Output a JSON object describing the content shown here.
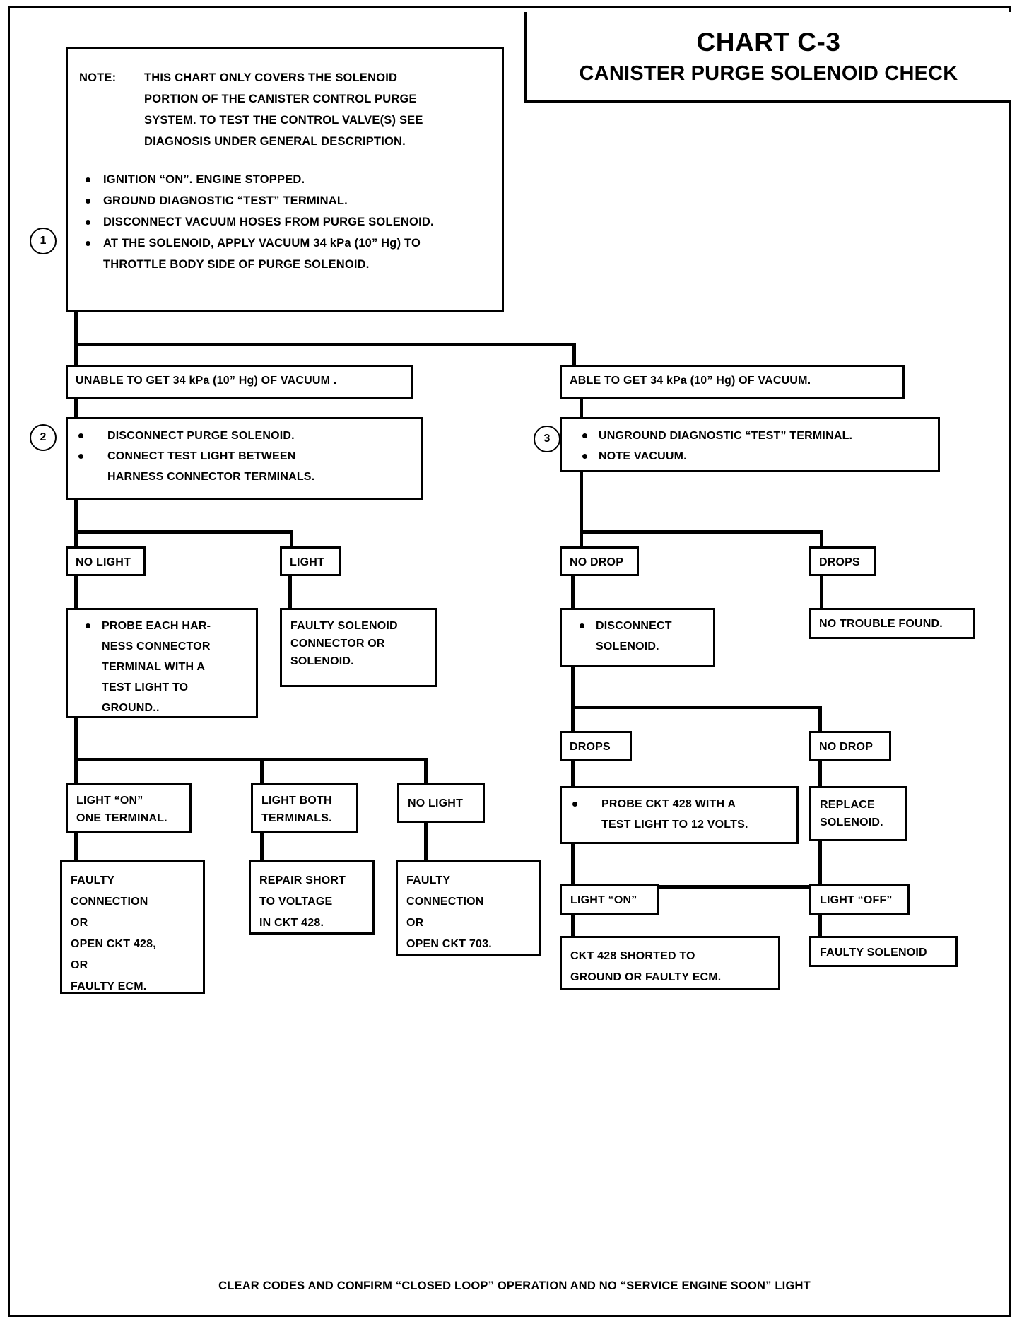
{
  "header": {
    "chart_number": "CHART C-3",
    "chart_title": "CANISTER PURGE SOLENOID CHECK"
  },
  "note": {
    "label": "NOTE:",
    "lines": [
      "THIS CHART ONLY COVERS THE SOLENOID",
      "PORTION OF THE CANISTER CONTROL PURGE",
      "SYSTEM.  TO TEST THE CONTROL VALVE(S) SEE",
      "DIAGNOSIS UNDER GENERAL DESCRIPTION."
    ]
  },
  "steps": {
    "one": "1",
    "two": "2",
    "three": "3"
  },
  "step1": {
    "bullets": [
      "IGNITION “ON”.  ENGINE STOPPED.",
      "GROUND DIAGNOSTIC “TEST”  TERMINAL.",
      "DISCONNECT VACUUM HOSES FROM PURGE SOLENOID.",
      "AT THE SOLENOID, APPLY VACUUM 34 kPa (10” Hg) TO"
    ],
    "continuation": "THROTTLE BODY SIDE OF PURGE SOLENOID."
  },
  "branch_left": {
    "label": "UNABLE TO GET 34 kPa (10” Hg) OF VACUUM ."
  },
  "branch_right": {
    "label": "ABLE TO GET 34 kPa (10” Hg) OF VACUUM."
  },
  "step2": {
    "bullets": [
      "DISCONNECT PURGE SOLENOID.",
      "CONNECT TEST LIGHT BETWEEN"
    ],
    "continuation": "HARNESS CONNECTOR TERMINALS."
  },
  "step3": {
    "bullets": [
      "UNGROUND DIAGNOSTIC “TEST” TERMINAL.",
      "NOTE VACUUM."
    ]
  },
  "left_branch": {
    "no_light": "NO LIGHT",
    "light": "LIGHT",
    "probe_box": {
      "bullet": "PROBE EACH HAR-",
      "lines": [
        "NESS CONNECTOR",
        "TERMINAL WITH A",
        "TEST LIGHT TO",
        "GROUND.."
      ]
    },
    "faulty_solenoid_box": [
      "FAULTY SOLENOID",
      "CONNECTOR OR",
      "SOLENOID."
    ],
    "light_on_one": [
      "LIGHT “ON”",
      "ONE TERMINAL."
    ],
    "light_both": [
      "LIGHT BOTH",
      "TERMINALS."
    ],
    "no_light_2": "NO LIGHT",
    "result_faulty_conn_428": [
      "FAULTY",
      "CONNECTION",
      "OR",
      "OPEN CKT 428,",
      "OR",
      "FAULTY ECM."
    ],
    "result_repair_short": [
      "REPAIR SHORT",
      "TO VOLTAGE",
      "IN CKT 428."
    ],
    "result_faulty_conn_703": [
      "FAULTY",
      "CONNECTION",
      "OR",
      "OPEN CKT 703."
    ]
  },
  "right_branch": {
    "no_drop": "NO DROP",
    "drops": "DROPS",
    "disconnect_box": {
      "bullet": "DISCONNECT",
      "line": "SOLENOID."
    },
    "no_trouble": "NO TROUBLE FOUND.",
    "drops_2": "DROPS",
    "no_drop_2": "NO DROP",
    "probe_ckt_box": {
      "bullet": "PROBE CKT 428 WITH A",
      "line": "TEST LIGHT TO 12 VOLTS."
    },
    "replace_solenoid": [
      "REPLACE",
      "SOLENOID."
    ],
    "light_on": "LIGHT “ON”",
    "light_off": "LIGHT “OFF”",
    "ckt_shorted": [
      "CKT 428 SHORTED TO",
      "GROUND OR FAULTY ECM."
    ],
    "faulty_solenoid": "FAULTY SOLENOID"
  },
  "footer": {
    "text": "CLEAR CODES AND CONFIRM “CLOSED LOOP” OPERATION AND NO “SERVICE ENGINE SOON” LIGHT"
  }
}
